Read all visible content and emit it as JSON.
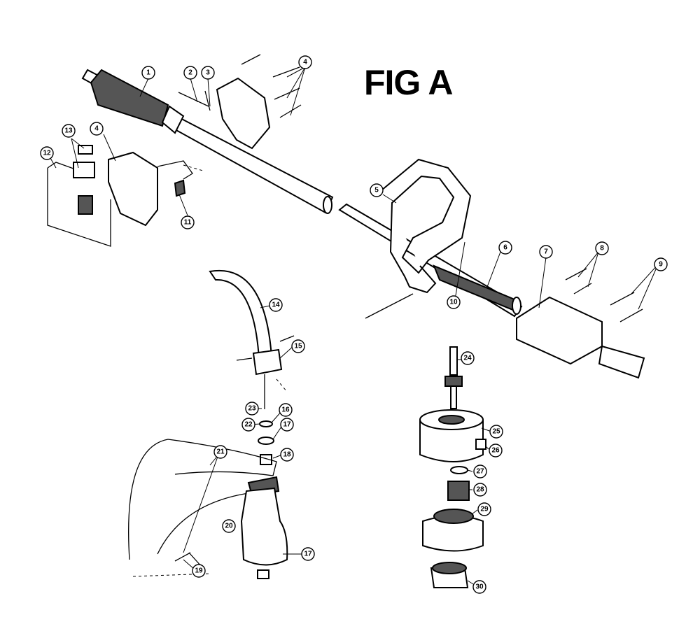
{
  "figure": {
    "title": "FIG A"
  },
  "callouts": [
    {
      "id": "c1",
      "label": "1"
    },
    {
      "id": "c2",
      "label": "2"
    },
    {
      "id": "c3",
      "label": "3"
    },
    {
      "id": "c4a",
      "label": "4"
    },
    {
      "id": "c4b",
      "label": "4"
    },
    {
      "id": "c5",
      "label": "5"
    },
    {
      "id": "c6",
      "label": "6"
    },
    {
      "id": "c7",
      "label": "7"
    },
    {
      "id": "c8",
      "label": "8"
    },
    {
      "id": "c9",
      "label": "9"
    },
    {
      "id": "c10",
      "label": "10"
    },
    {
      "id": "c11",
      "label": "11"
    },
    {
      "id": "c12",
      "label": "12"
    },
    {
      "id": "c13",
      "label": "13"
    },
    {
      "id": "c14",
      "label": "14"
    },
    {
      "id": "c15",
      "label": "15"
    },
    {
      "id": "c16",
      "label": "16"
    },
    {
      "id": "c17a",
      "label": "17"
    },
    {
      "id": "c17b",
      "label": "17"
    },
    {
      "id": "c18",
      "label": "18"
    },
    {
      "id": "c19",
      "label": "19"
    },
    {
      "id": "c20",
      "label": "20"
    },
    {
      "id": "c21",
      "label": "21"
    },
    {
      "id": "c22",
      "label": "22"
    },
    {
      "id": "c23",
      "label": "23"
    },
    {
      "id": "c24",
      "label": "24"
    },
    {
      "id": "c25",
      "label": "25"
    },
    {
      "id": "c26",
      "label": "26"
    },
    {
      "id": "c27",
      "label": "27"
    },
    {
      "id": "c28",
      "label": "28"
    },
    {
      "id": "c29",
      "label": "29"
    },
    {
      "id": "c30",
      "label": "30"
    }
  ]
}
